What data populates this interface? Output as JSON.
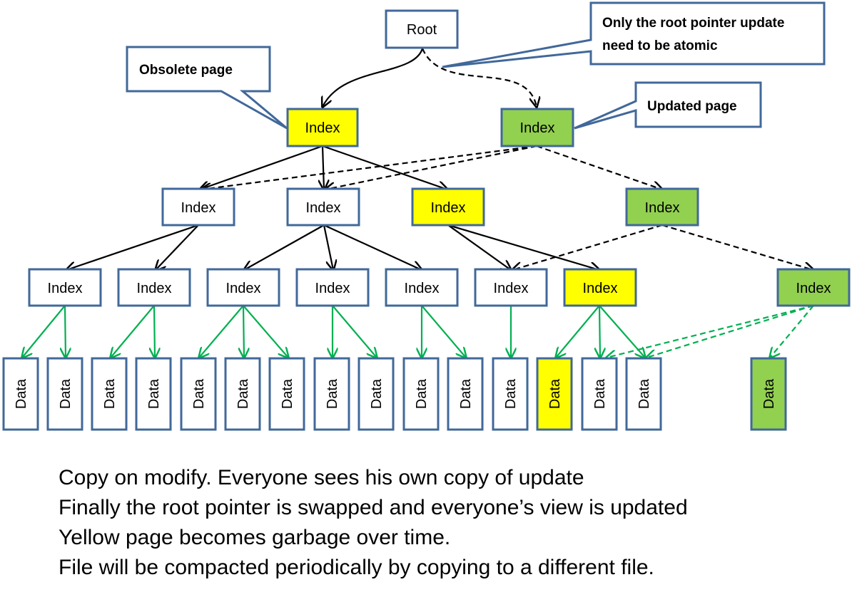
{
  "colors": {
    "border": "#41689a",
    "obsolete": "#ffff00",
    "updated": "#92d050",
    "plain": "#ffffff",
    "solid_arrow": "#000000",
    "data_arrow": "#00b050"
  },
  "labels": {
    "root": "Root",
    "index": "Index",
    "data": "Data"
  },
  "callouts": {
    "obsolete": "Obsolete page",
    "updated": "Updated page",
    "atomic_line1": "Only the root pointer update",
    "atomic_line2": "need to be atomic"
  },
  "caption": [
    "Copy on modify.  Everyone sees his own copy of update",
    "Finally the root pointer is swapped and everyone’s view is updated",
    "Yellow page becomes garbage over time.",
    "File will be compacted periodically by copying to a different file."
  ]
}
